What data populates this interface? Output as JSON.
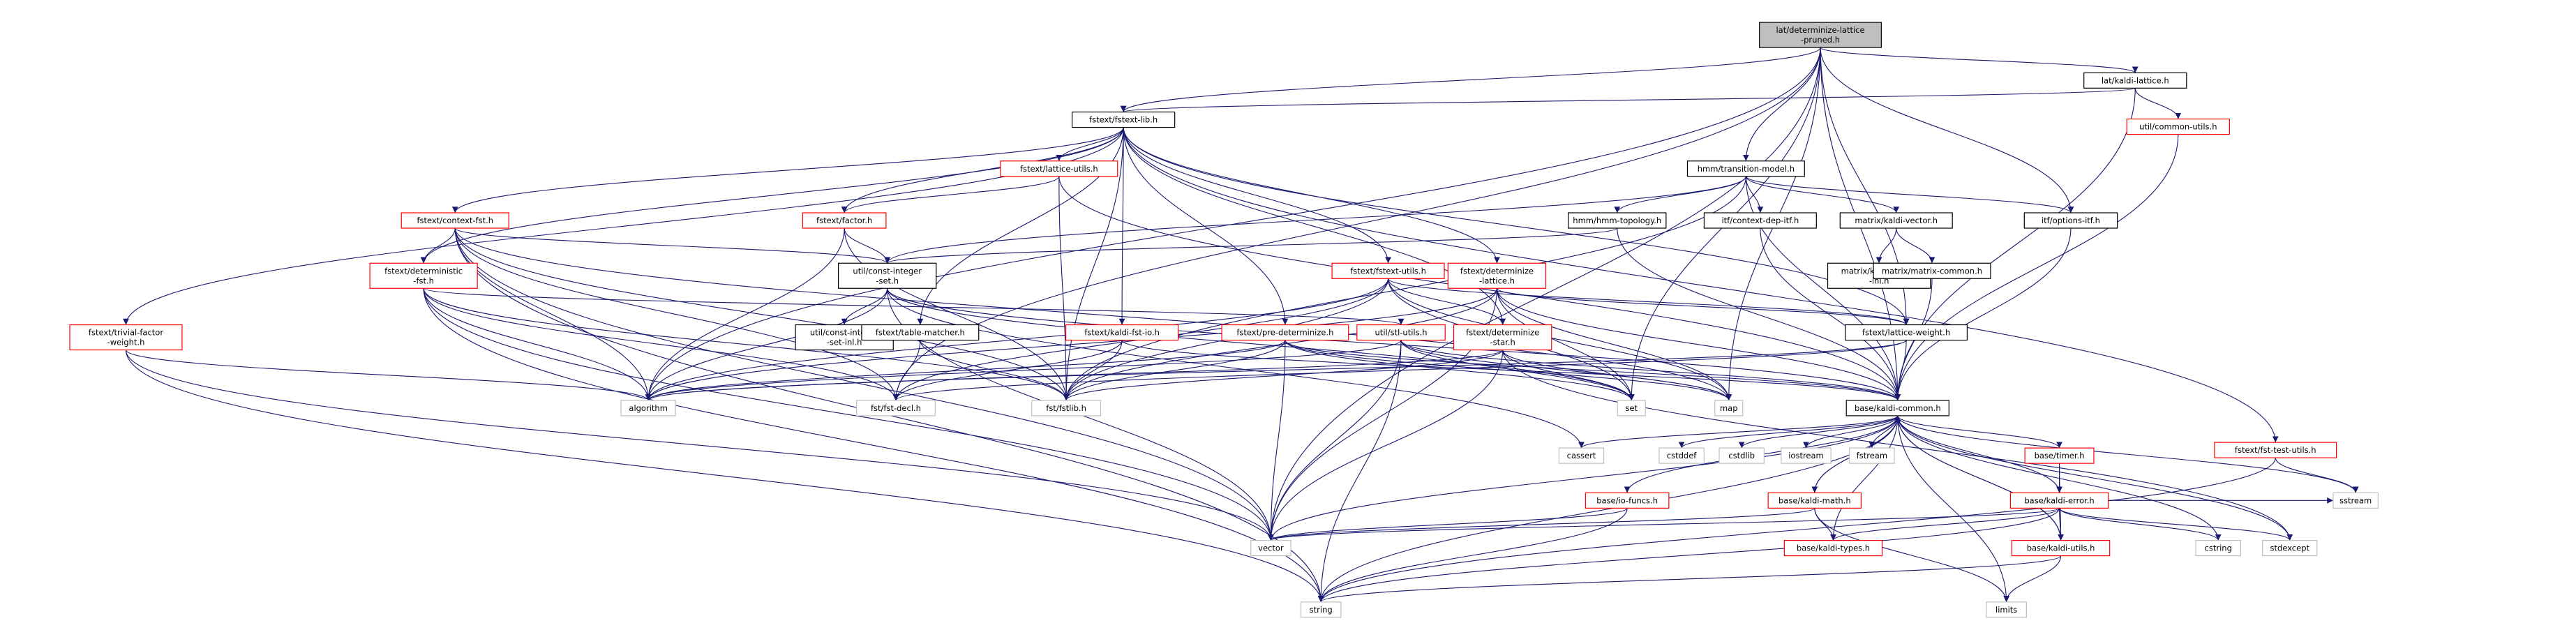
{
  "colors": {
    "edge": "#191970",
    "border_default": "#000000",
    "border_truncated": "#ff0000",
    "root_fill": "#bfbfbf",
    "node_fill": "#ffffff"
  },
  "nodes": [
    {
      "id": "root",
      "lines": [
        "lat/determinize-lattice",
        "-pruned.h"
      ],
      "style": "root"
    },
    {
      "id": "kaldi_lattice",
      "lines": [
        "lat/kaldi-lattice.h"
      ],
      "style": "default"
    },
    {
      "id": "fstext_lib",
      "lines": [
        "fstext/fstext-lib.h"
      ],
      "style": "default"
    },
    {
      "id": "util_common_utils",
      "lines": [
        "util/common-utils.h"
      ],
      "style": "truncated"
    },
    {
      "id": "lattice_utils",
      "lines": [
        "fstext/lattice-utils.h"
      ],
      "style": "truncated"
    },
    {
      "id": "transition_model",
      "lines": [
        "hmm/transition-model.h"
      ],
      "style": "default"
    },
    {
      "id": "context_fst",
      "lines": [
        "fstext/context-fst.h"
      ],
      "style": "truncated"
    },
    {
      "id": "factor",
      "lines": [
        "fstext/factor.h"
      ],
      "style": "truncated"
    },
    {
      "id": "hmm_topology",
      "lines": [
        "hmm/hmm-topology.h"
      ],
      "style": "default"
    },
    {
      "id": "context_dep_itf",
      "lines": [
        "itf/context-dep-itf.h"
      ],
      "style": "default"
    },
    {
      "id": "kaldi_vector",
      "lines": [
        "matrix/kaldi-vector.h"
      ],
      "style": "default"
    },
    {
      "id": "options_itf",
      "lines": [
        "itf/options-itf.h"
      ],
      "style": "default"
    },
    {
      "id": "deterministic_fst",
      "lines": [
        "fstext/deterministic",
        "-fst.h"
      ],
      "style": "truncated"
    },
    {
      "id": "const_integer_set",
      "lines": [
        "util/const-integer",
        "-set.h"
      ],
      "style": "default"
    },
    {
      "id": "fstext_utils",
      "lines": [
        "fstext/fstext-utils.h"
      ],
      "style": "truncated"
    },
    {
      "id": "determinize_lattice",
      "lines": [
        "fstext/determinize",
        "-lattice.h"
      ],
      "style": "truncated"
    },
    {
      "id": "kaldi_vector_inl",
      "lines": [
        "matrix/kaldi-vector",
        "-inl.h"
      ],
      "style": "default"
    },
    {
      "id": "matrix_common",
      "lines": [
        "matrix/matrix-common.h"
      ],
      "style": "default"
    },
    {
      "id": "trivial_factor_weight",
      "lines": [
        "fstext/trivial-factor",
        "-weight.h"
      ],
      "style": "truncated"
    },
    {
      "id": "const_integer_set_inl",
      "lines": [
        "util/const-integer",
        "-set-inl.h"
      ],
      "style": "default"
    },
    {
      "id": "table_matcher",
      "lines": [
        "fstext/table-matcher.h"
      ],
      "style": "default"
    },
    {
      "id": "kaldi_fst_io",
      "lines": [
        "fstext/kaldi-fst-io.h"
      ],
      "style": "truncated"
    },
    {
      "id": "pre_determinize",
      "lines": [
        "fstext/pre-determinize.h"
      ],
      "style": "truncated"
    },
    {
      "id": "stl_utils",
      "lines": [
        "util/stl-utils.h"
      ],
      "style": "truncated"
    },
    {
      "id": "determinize_star",
      "lines": [
        "fstext/determinize",
        "-star.h"
      ],
      "style": "truncated"
    },
    {
      "id": "lattice_weight",
      "lines": [
        "fstext/lattice-weight.h"
      ],
      "style": "default"
    },
    {
      "id": "algorithm",
      "lines": [
        "algorithm"
      ],
      "style": "plain"
    },
    {
      "id": "fst_decl",
      "lines": [
        "fst/fst-decl.h"
      ],
      "style": "plain"
    },
    {
      "id": "fstlib",
      "lines": [
        "fst/fstlib.h"
      ],
      "style": "plain"
    },
    {
      "id": "set",
      "lines": [
        "set"
      ],
      "style": "plain"
    },
    {
      "id": "map",
      "lines": [
        "map"
      ],
      "style": "plain"
    },
    {
      "id": "kaldi_common",
      "lines": [
        "base/kaldi-common.h"
      ],
      "style": "default"
    },
    {
      "id": "cassert",
      "lines": [
        "cassert"
      ],
      "style": "plain"
    },
    {
      "id": "cstddef",
      "lines": [
        "cstddef"
      ],
      "style": "plain"
    },
    {
      "id": "cstdlib",
      "lines": [
        "cstdlib"
      ],
      "style": "plain"
    },
    {
      "id": "iostream",
      "lines": [
        "iostream"
      ],
      "style": "plain"
    },
    {
      "id": "fstream",
      "lines": [
        "fstream"
      ],
      "style": "plain"
    },
    {
      "id": "sstream",
      "lines": [
        "sstream"
      ],
      "style": "plain"
    },
    {
      "id": "timer",
      "lines": [
        "base/timer.h"
      ],
      "style": "truncated"
    },
    {
      "id": "fst_test_utils",
      "lines": [
        "fstext/fst-test-utils.h"
      ],
      "style": "truncated"
    },
    {
      "id": "io_funcs",
      "lines": [
        "base/io-funcs.h"
      ],
      "style": "truncated"
    },
    {
      "id": "kaldi_math",
      "lines": [
        "base/kaldi-math.h"
      ],
      "style": "truncated"
    },
    {
      "id": "kaldi_error",
      "lines": [
        "base/kaldi-error.h"
      ],
      "style": "truncated"
    },
    {
      "id": "vector",
      "lines": [
        "vector"
      ],
      "style": "plain"
    },
    {
      "id": "kaldi_types",
      "lines": [
        "base/kaldi-types.h"
      ],
      "style": "truncated"
    },
    {
      "id": "kaldi_utils",
      "lines": [
        "base/kaldi-utils.h"
      ],
      "style": "truncated"
    },
    {
      "id": "cstring",
      "lines": [
        "cstring"
      ],
      "style": "plain"
    },
    {
      "id": "stdexcept",
      "lines": [
        "stdexcept"
      ],
      "style": "plain"
    },
    {
      "id": "string",
      "lines": [
        "string"
      ],
      "style": "plain"
    },
    {
      "id": "limits",
      "lines": [
        "limits"
      ],
      "style": "plain"
    }
  ],
  "edges": [
    [
      "root",
      "kaldi_lattice"
    ],
    [
      "root",
      "fstext_lib"
    ],
    [
      "root",
      "transition_model"
    ],
    [
      "root",
      "options_itf"
    ],
    [
      "root",
      "lattice_weight"
    ],
    [
      "root",
      "algorithm"
    ],
    [
      "root",
      "vector"
    ],
    [
      "root",
      "fst_decl"
    ],
    [
      "root",
      "set"
    ],
    [
      "root",
      "map"
    ],
    [
      "root",
      "kaldi_common"
    ],
    [
      "kaldi_lattice",
      "fstext_lib"
    ],
    [
      "kaldi_lattice",
      "util_common_utils"
    ],
    [
      "kaldi_lattice",
      "kaldi_common"
    ],
    [
      "util_common_utils",
      "kaldi_common"
    ],
    [
      "fstext_lib",
      "lattice_utils"
    ],
    [
      "fstext_lib",
      "context_fst"
    ],
    [
      "fstext_lib",
      "factor"
    ],
    [
      "fstext_lib",
      "deterministic_fst"
    ],
    [
      "fstext_lib",
      "fstext_utils"
    ],
    [
      "fstext_lib",
      "determinize_lattice"
    ],
    [
      "fstext_lib",
      "trivial_factor_weight"
    ],
    [
      "fstext_lib",
      "table_matcher"
    ],
    [
      "fstext_lib",
      "kaldi_fst_io"
    ],
    [
      "fstext_lib",
      "pre_determinize"
    ],
    [
      "fstext_lib",
      "determinize_star"
    ],
    [
      "fstext_lib",
      "lattice_weight"
    ],
    [
      "fstext_lib",
      "fst_test_utils"
    ],
    [
      "fstext_lib",
      "fstlib"
    ],
    [
      "lattice_utils",
      "factor"
    ],
    [
      "lattice_utils",
      "fstlib"
    ],
    [
      "lattice_utils",
      "kaldi_common"
    ],
    [
      "transition_model",
      "hmm_topology"
    ],
    [
      "transition_model",
      "context_dep_itf"
    ],
    [
      "transition_model",
      "kaldi_vector"
    ],
    [
      "transition_model",
      "options_itf"
    ],
    [
      "transition_model",
      "const_integer_set"
    ],
    [
      "transition_model",
      "kaldi_common"
    ],
    [
      "transition_model",
      "fstlib"
    ],
    [
      "context_fst",
      "deterministic_fst"
    ],
    [
      "context_fst",
      "const_integer_set"
    ],
    [
      "context_fst",
      "algorithm"
    ],
    [
      "context_fst",
      "fst_decl"
    ],
    [
      "context_fst",
      "fstlib"
    ],
    [
      "context_fst",
      "string"
    ],
    [
      "context_fst",
      "vector"
    ],
    [
      "context_fst",
      "map"
    ],
    [
      "factor",
      "const_integer_set"
    ],
    [
      "factor",
      "algorithm"
    ],
    [
      "factor",
      "fstlib"
    ],
    [
      "hmm_topology",
      "const_integer_set"
    ],
    [
      "hmm_topology",
      "kaldi_common"
    ],
    [
      "context_dep_itf",
      "kaldi_common"
    ],
    [
      "kaldi_vector",
      "kaldi_vector_inl"
    ],
    [
      "kaldi_vector",
      "matrix_common"
    ],
    [
      "matrix_common",
      "kaldi_common"
    ],
    [
      "options_itf",
      "kaldi_common"
    ],
    [
      "deterministic_fst",
      "stl_utils"
    ],
    [
      "deterministic_fst",
      "algorithm"
    ],
    [
      "deterministic_fst",
      "fst_decl"
    ],
    [
      "deterministic_fst",
      "fstlib"
    ],
    [
      "deterministic_fst",
      "vector"
    ],
    [
      "deterministic_fst",
      "string"
    ],
    [
      "const_integer_set",
      "const_integer_set_inl"
    ],
    [
      "const_integer_set",
      "kaldi_common"
    ],
    [
      "const_integer_set",
      "algorithm"
    ],
    [
      "const_integer_set",
      "vector"
    ],
    [
      "const_integer_set",
      "set"
    ],
    [
      "const_integer_set",
      "cassert"
    ],
    [
      "fstext_utils",
      "determinize_star"
    ],
    [
      "fstext_utils",
      "lattice_weight"
    ],
    [
      "fstext_utils",
      "algorithm"
    ],
    [
      "fstext_utils",
      "fst_decl"
    ],
    [
      "fstext_utils",
      "fstlib"
    ],
    [
      "fstext_utils",
      "set"
    ],
    [
      "fstext_utils",
      "map"
    ],
    [
      "determinize_lattice",
      "lattice_weight"
    ],
    [
      "determinize_lattice",
      "kaldi_common"
    ],
    [
      "determinize_lattice",
      "algorithm"
    ],
    [
      "determinize_lattice",
      "fstlib"
    ],
    [
      "determinize_lattice",
      "set"
    ],
    [
      "determinize_lattice",
      "map"
    ],
    [
      "determinize_lattice",
      "vector"
    ],
    [
      "trivial_factor_weight",
      "algorithm"
    ],
    [
      "trivial_factor_weight",
      "string"
    ],
    [
      "trivial_factor_weight",
      "vector"
    ],
    [
      "table_matcher",
      "fst_decl"
    ],
    [
      "table_matcher",
      "fstlib"
    ],
    [
      "kaldi_fst_io",
      "kaldi_common"
    ],
    [
      "kaldi_fst_io",
      "fst_decl"
    ],
    [
      "kaldi_fst_io",
      "fstlib"
    ],
    [
      "pre_determinize",
      "kaldi_common"
    ],
    [
      "pre_determinize",
      "algorithm"
    ],
    [
      "pre_determinize",
      "fstlib"
    ],
    [
      "pre_determinize",
      "map"
    ],
    [
      "pre_determinize",
      "set"
    ],
    [
      "pre_determinize",
      "vector"
    ],
    [
      "stl_utils",
      "kaldi_common"
    ],
    [
      "stl_utils",
      "algorithm"
    ],
    [
      "stl_utils",
      "map"
    ],
    [
      "stl_utils",
      "set"
    ],
    [
      "stl_utils",
      "string"
    ],
    [
      "stl_utils",
      "vector"
    ],
    [
      "determinize_star",
      "fstlib"
    ],
    [
      "determinize_star",
      "algorithm"
    ],
    [
      "determinize_star",
      "map"
    ],
    [
      "determinize_star",
      "set"
    ],
    [
      "determinize_star",
      "vector"
    ],
    [
      "determinize_star",
      "stdexcept"
    ],
    [
      "lattice_weight",
      "kaldi_common"
    ],
    [
      "lattice_weight",
      "fst_decl"
    ],
    [
      "lattice_weight",
      "algorithm"
    ],
    [
      "kaldi_common",
      "cassert"
    ],
    [
      "kaldi_common",
      "cstddef"
    ],
    [
      "kaldi_common",
      "cstdlib"
    ],
    [
      "kaldi_common",
      "iostream"
    ],
    [
      "kaldi_common",
      "fstream"
    ],
    [
      "kaldi_common",
      "sstream"
    ],
    [
      "kaldi_common",
      "stdexcept"
    ],
    [
      "kaldi_common",
      "string"
    ],
    [
      "kaldi_common",
      "vector"
    ],
    [
      "kaldi_common",
      "limits"
    ],
    [
      "kaldi_common",
      "timer"
    ],
    [
      "kaldi_common",
      "io_funcs"
    ],
    [
      "kaldi_common",
      "kaldi_math"
    ],
    [
      "kaldi_common",
      "kaldi_error"
    ],
    [
      "kaldi_common",
      "kaldi_types"
    ],
    [
      "kaldi_common",
      "kaldi_utils"
    ],
    [
      "kaldi_common",
      "cstring"
    ],
    [
      "timer",
      "kaldi_utils"
    ],
    [
      "timer",
      "kaldi_error"
    ],
    [
      "fst_test_utils",
      "sstream"
    ],
    [
      "fst_test_utils",
      "string"
    ],
    [
      "io_funcs",
      "vector"
    ],
    [
      "io_funcs",
      "string"
    ],
    [
      "kaldi_math",
      "kaldi_common"
    ],
    [
      "kaldi_math",
      "kaldi_types"
    ],
    [
      "kaldi_math",
      "vector"
    ],
    [
      "kaldi_math",
      "limits"
    ],
    [
      "kaldi_error",
      "kaldi_types"
    ],
    [
      "kaldi_error",
      "kaldi_utils"
    ],
    [
      "kaldi_error",
      "vector"
    ],
    [
      "kaldi_error",
      "string"
    ],
    [
      "kaldi_error",
      "cstring"
    ],
    [
      "kaldi_error",
      "stdexcept"
    ],
    [
      "kaldi_error",
      "sstream"
    ],
    [
      "kaldi_utils",
      "kaldi_common"
    ],
    [
      "kaldi_utils",
      "string"
    ],
    [
      "kaldi_utils",
      "limits"
    ]
  ]
}
